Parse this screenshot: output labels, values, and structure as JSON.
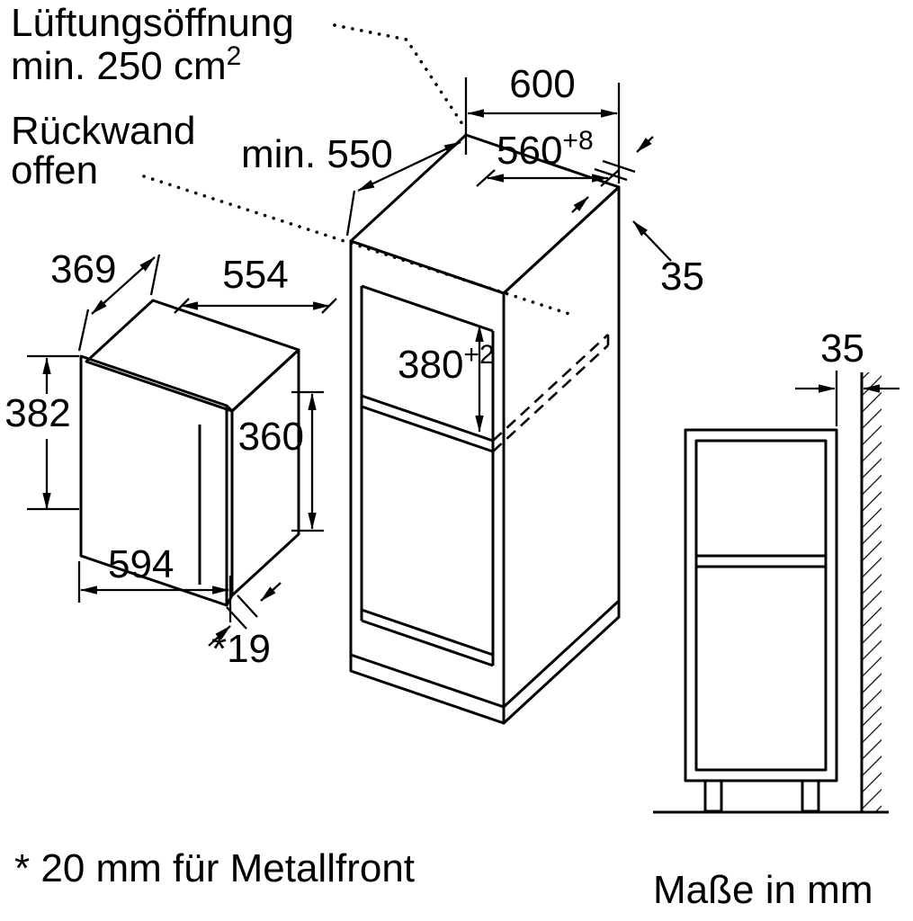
{
  "colors": {
    "line": "#000000",
    "background": "#ffffff"
  },
  "annotations": {
    "vent_label_line1": "Lüftungsöffnung",
    "vent_label_line2": "min. 250 cm",
    "vent_label_line2_sup": "2",
    "rear_label_line1": "Rückwand",
    "rear_label_line2": "offen",
    "footnote": "* 20 mm für Metallfront",
    "units": "Maße in mm"
  },
  "cabinet": {
    "depth_min": "min. 550",
    "width": "600",
    "niche_width": "560",
    "niche_width_tol": "+8",
    "niche_height": "380",
    "niche_height_tol": "+2",
    "rear_gap": "35"
  },
  "appliance": {
    "top_depth": "369",
    "top_width": "554",
    "height": "382",
    "front_height": "360",
    "front_width": "594",
    "door_offset": "*19"
  },
  "side_view": {
    "wall_gap": "35"
  }
}
